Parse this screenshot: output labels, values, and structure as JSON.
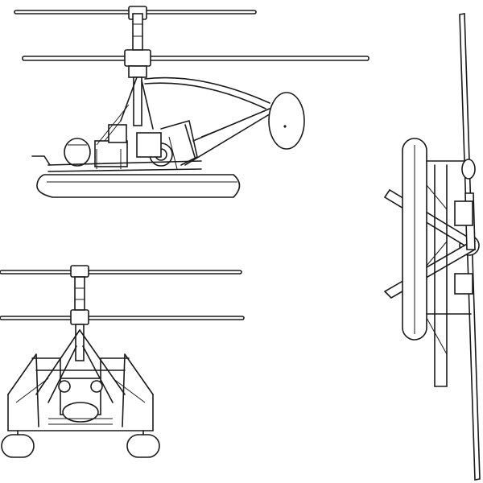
{
  "figure": {
    "views": [
      {
        "id": "side",
        "name": ""
      },
      {
        "id": "front",
        "name": ""
      },
      {
        "id": "top",
        "name": ""
      }
    ],
    "line_color": "#1a1a1a",
    "background": "#ffffff"
  }
}
